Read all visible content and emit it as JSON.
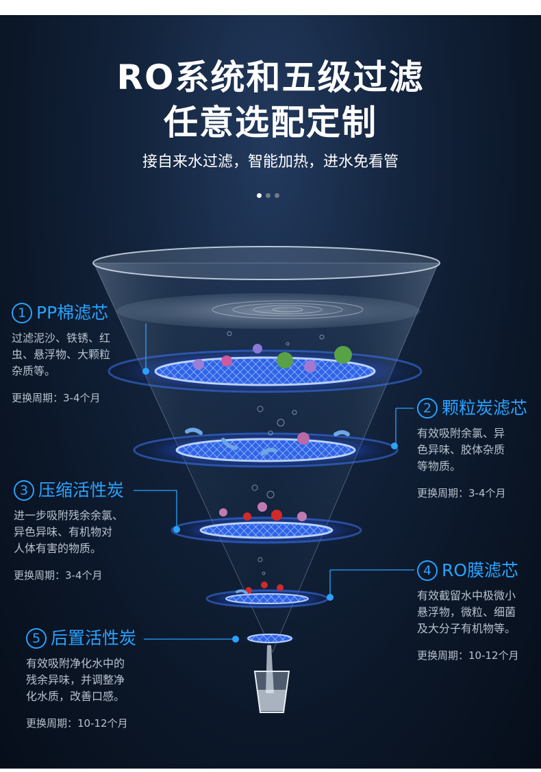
{
  "header": {
    "title_line1": "RO系统和五级过滤",
    "title_line2": "任意选配定制",
    "subtitle": "接自来水过滤，智能加热，进水免看管"
  },
  "carousel": {
    "total": 3,
    "active": 1
  },
  "colors": {
    "accent": "#2aa3ff",
    "background": "#0b1627",
    "text_secondary": "#b9c3cf"
  },
  "stages": [
    {
      "number": "1",
      "name": "PP棉滤芯",
      "desc": [
        "过滤泥沙、铁锈、红",
        "虫、悬浮物、大颗粒",
        "杂质等。"
      ],
      "cycle": "更换周期：3-4个月"
    },
    {
      "number": "2",
      "name": "颗粒炭滤芯",
      "desc": [
        "有效吸附余氯、异",
        "色异味、胶体杂质",
        "等物质。"
      ],
      "cycle": "更换周期：3-4个月"
    },
    {
      "number": "3",
      "name": "压缩活性炭",
      "desc": [
        "进一步吸附残余余氯、",
        "异色异味、有机物对",
        "人体有害的物质。"
      ],
      "cycle": "更换周期：3-4个月"
    },
    {
      "number": "4",
      "name": "RO膜滤芯",
      "desc": [
        "有效截留水中极微小",
        "悬浮物，微粒、细菌",
        "及大分子有机物等。"
      ],
      "cycle": "更换周期：10-12个月"
    },
    {
      "number": "5",
      "name": "后置活性炭",
      "desc": [
        "有效吸附净化水中的",
        "残余异味，并调整净",
        "化水质，改善口感。"
      ],
      "cycle": "更换周期：10-12个月"
    }
  ]
}
